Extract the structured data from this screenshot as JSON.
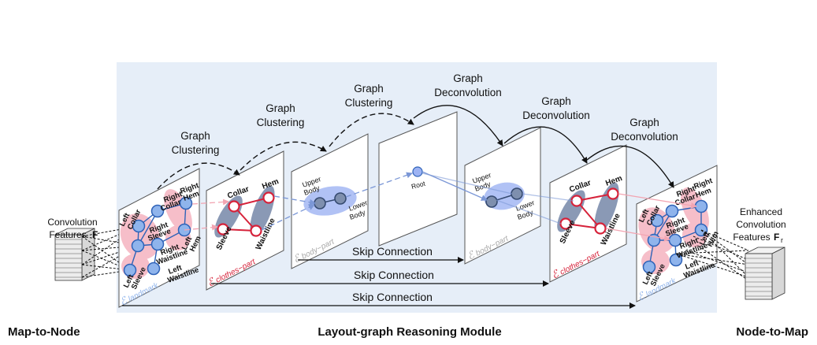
{
  "bottom_labels": {
    "left": "Map-to-Node",
    "center": "Layout-graph Reasoning Module",
    "right": "Node-to-Map"
  },
  "inputs": {
    "left_line1": "Convolution",
    "left_line2": "Features",
    "left_symbol": "F",
    "right_line1": "Enhanced",
    "right_line2": "Convolution",
    "right_line3": "Features",
    "right_symbol": "F",
    "right_subscript": "r"
  },
  "operations": {
    "clustering_1": [
      "Graph",
      "Clustering"
    ],
    "clustering_2": [
      "Graph",
      "Clustering"
    ],
    "clustering_3": [
      "Graph",
      "Clustering"
    ],
    "deconv_1": [
      "Graph",
      "Deconvolution"
    ],
    "deconv_2": [
      "Graph",
      "Deconvolution"
    ],
    "deconv_3": [
      "Graph",
      "Deconvolution"
    ]
  },
  "skip_connections": [
    "Skip Connection",
    "Skip Connection",
    "Skip Connection"
  ],
  "landmark_nodes": {
    "left_collar": [
      "Left",
      "Collar"
    ],
    "right_collar": [
      "Right",
      "Collar"
    ],
    "right_hem": [
      "Right",
      "Hem"
    ],
    "right_sleeve": [
      "Right",
      "Sleeve"
    ],
    "right_waistline": [
      "Right",
      "Waistline"
    ],
    "left_hem": [
      "Left",
      "Hem"
    ],
    "left_sleeve": [
      "Left",
      "Sleeve"
    ],
    "left_waistline": [
      "Left",
      "Waistline"
    ]
  },
  "clothes_part_nodes": {
    "collar": "Collar",
    "hem": "Hem",
    "sleeve": "Sleeve",
    "waistline": "Waistline"
  },
  "body_part_nodes": {
    "upper_body": [
      "Upper",
      "Body"
    ],
    "lower_body": [
      "Lower",
      "Body"
    ]
  },
  "root_node": "Root",
  "graph_labels": {
    "landmark": "landmark",
    "clothes_part": "clothes−part",
    "body_part": "body−part",
    "script_letter": "ℰ"
  },
  "colors": {
    "module_background": "#e6eef8",
    "node_blue": "#8fb4ec",
    "node_red": "#d6223a",
    "pink_region": "#f3a9b7",
    "blue_region": "#9db3f3"
  }
}
